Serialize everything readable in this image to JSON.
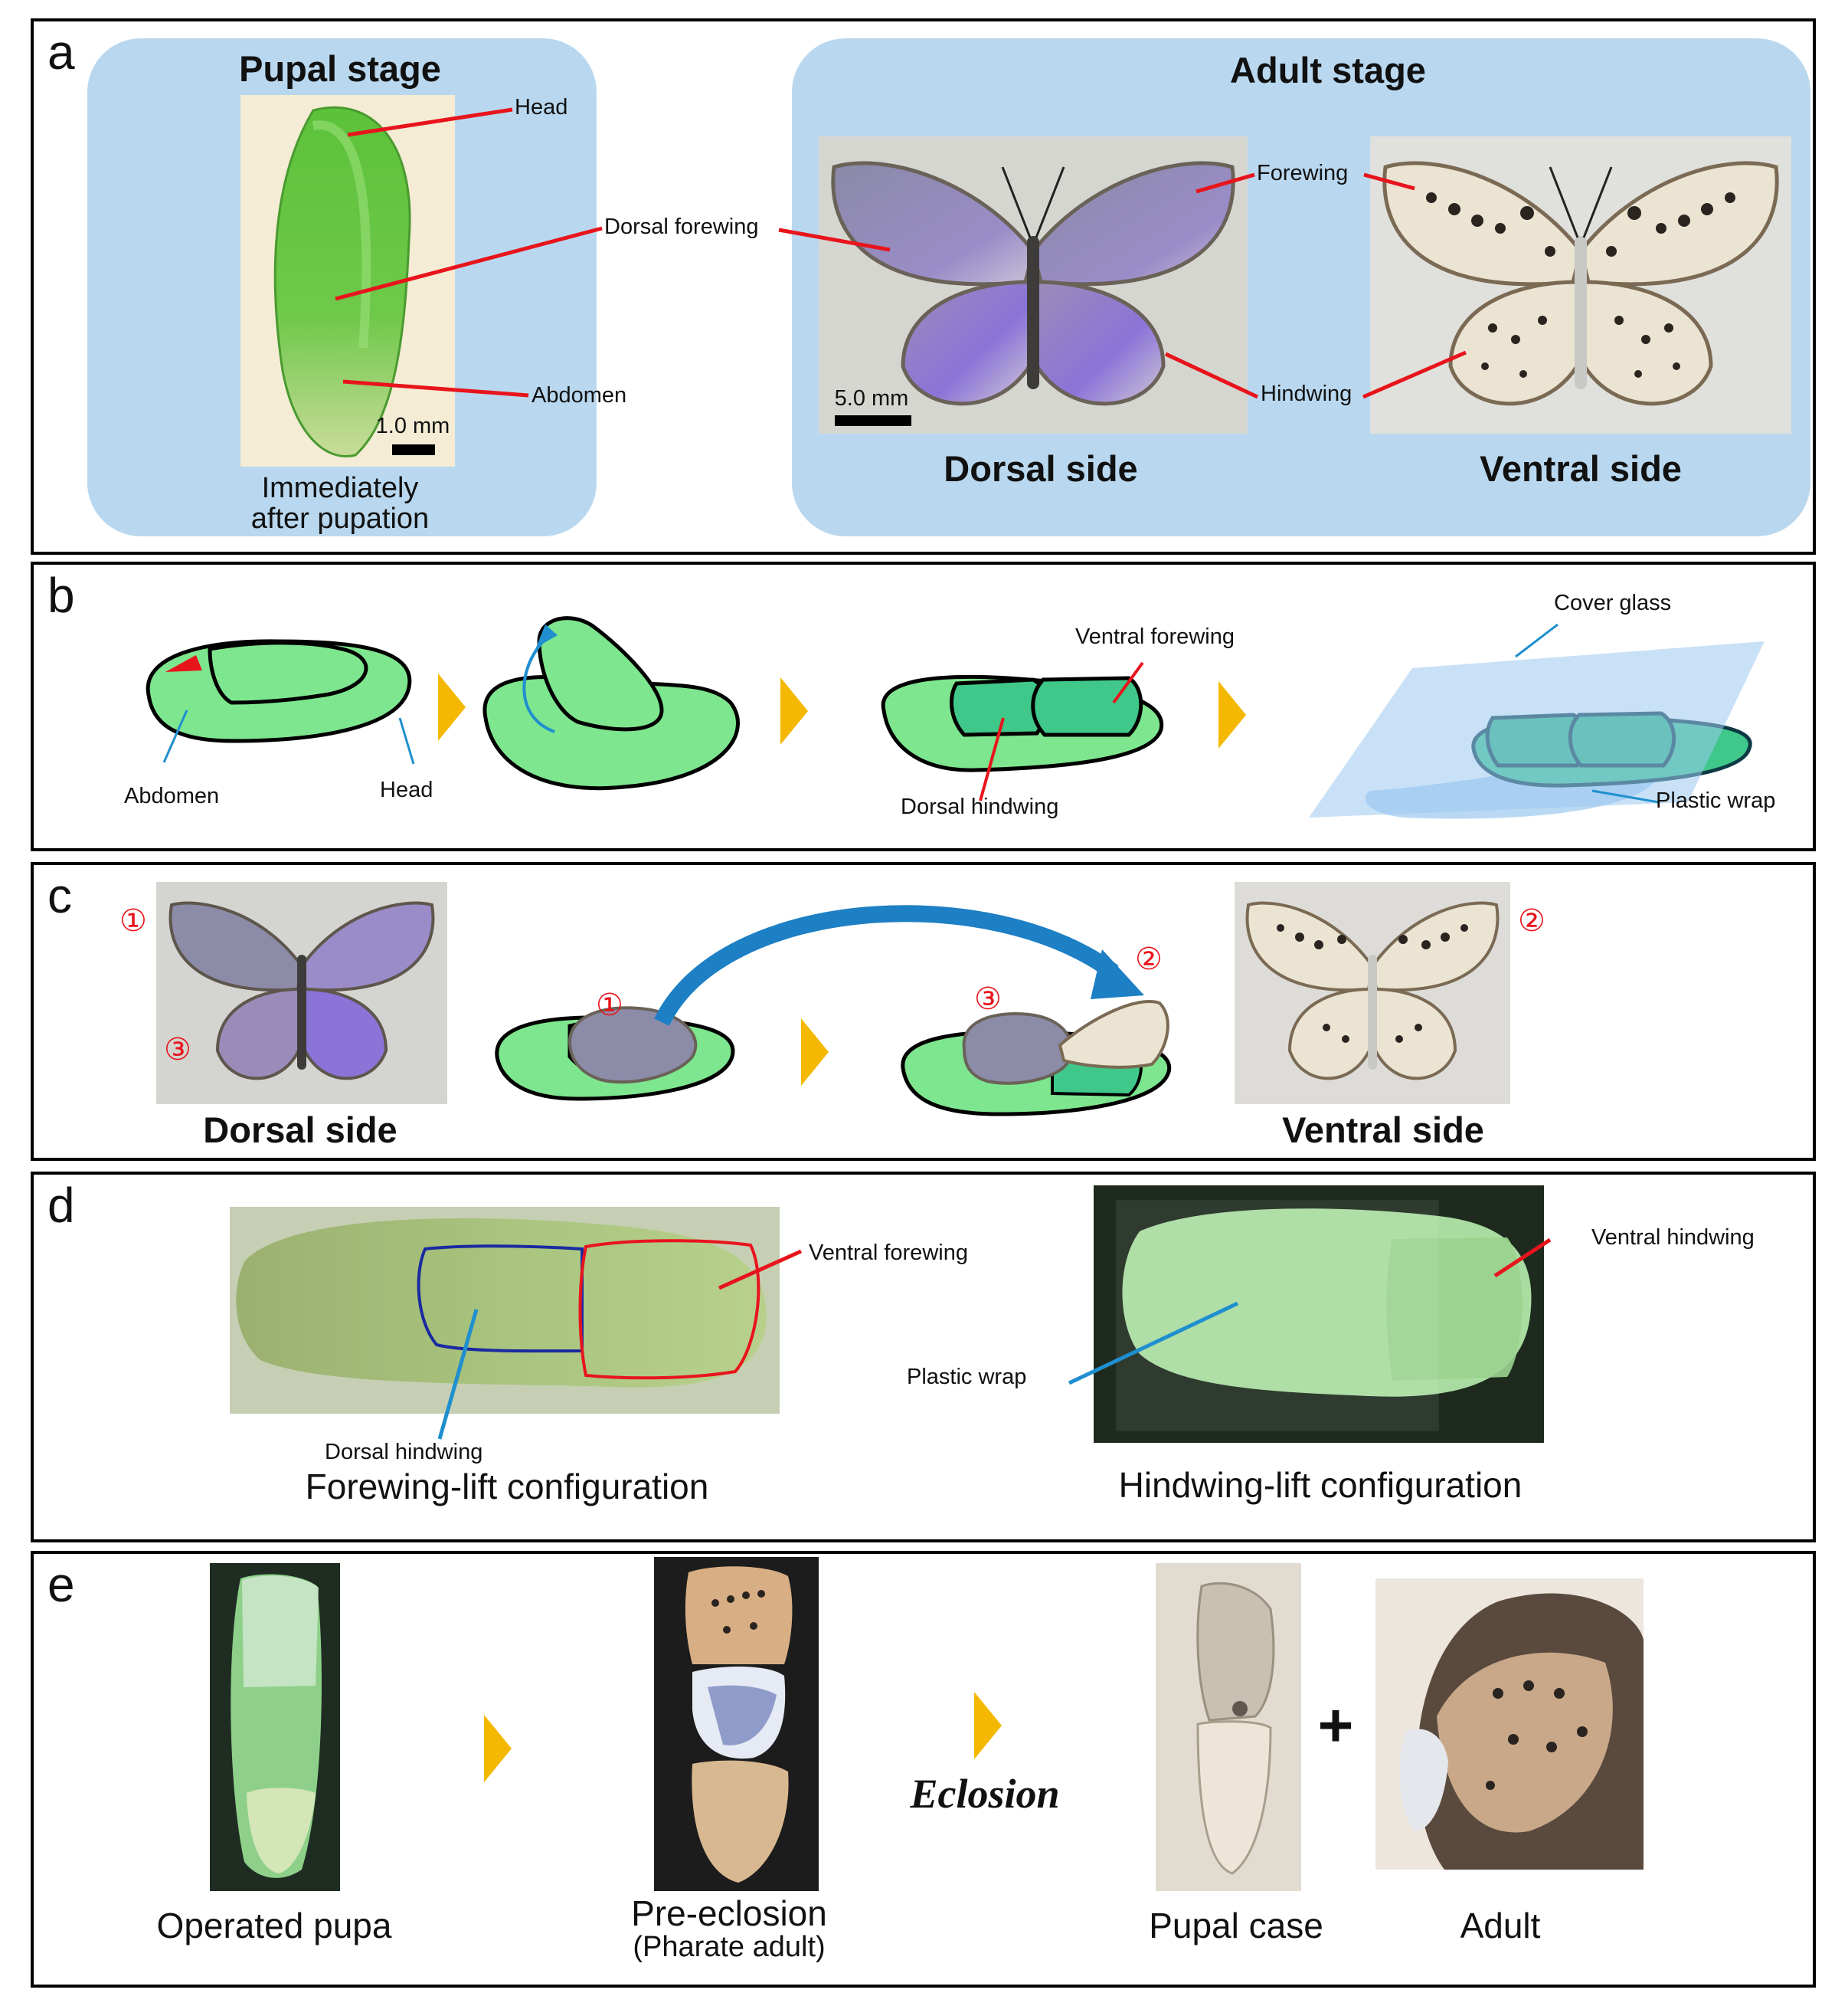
{
  "panels": {
    "a": {
      "label": "a",
      "pupal_stage": {
        "title": "Pupal stage",
        "caption_line1": "Immediately",
        "caption_line2": "after pupation",
        "labels": {
          "head": "Head",
          "dorsal_forewing": "Dorsal forewing",
          "abdomen": "Abdomen"
        },
        "scale_bar": "1.0 mm"
      },
      "adult_stage": {
        "title": "Adult stage",
        "labels": {
          "forewing": "Forewing",
          "hindwing": "Hindwing"
        },
        "scale_bar": "5.0 mm",
        "dorsal_caption": "Dorsal side",
        "ventral_caption": "Ventral side"
      }
    },
    "b": {
      "label": "b",
      "labels": {
        "abdomen": "Abdomen",
        "head": "Head",
        "ventral_forewing": "Ventral forewing",
        "dorsal_hindwing": "Dorsal hindwing",
        "cover_glass": "Cover glass",
        "plastic_wrap": "Plastic wrap"
      }
    },
    "c": {
      "label": "c",
      "dorsal_caption": "Dorsal side",
      "ventral_caption": "Ventral side",
      "markers": {
        "one": "①",
        "two": "②",
        "three": "③"
      }
    },
    "d": {
      "label": "d",
      "labels": {
        "ventral_forewing": "Ventral forewing",
        "dorsal_hindwing": "Dorsal hindwing",
        "ventral_hindwing": "Ventral hindwing",
        "plastic_wrap": "Plastic wrap"
      },
      "forewing_caption": "Forewing-lift configuration",
      "hindwing_caption": "Hindwing-lift configuration"
    },
    "e": {
      "label": "e",
      "captions": {
        "operated_pupa": "Operated pupa",
        "pre_eclosion": "Pre-eclosion",
        "pharate_adult": "(Pharate adult)",
        "eclosion": "Eclosion",
        "plus": "+",
        "pupal_case": "Pupal case",
        "adult": "Adult"
      }
    }
  },
  "colors": {
    "stage_background": "#b9d8ef",
    "pupa_green": "#7ee68f",
    "wing_green": "#3fc88a",
    "pointer_red": "#e8141c",
    "pointer_blue": "#1f8fcf",
    "chevron": "#f5b800",
    "wing_outline_blue": "#1a2aa0"
  }
}
